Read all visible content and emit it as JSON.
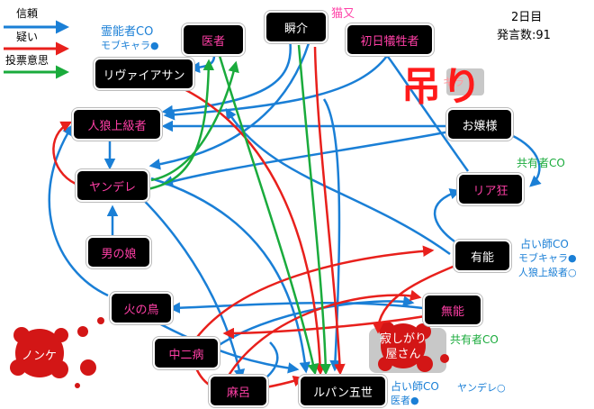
{
  "legend": {
    "trust": "信頼",
    "doubt": "疑い",
    "vote": "投票意思"
  },
  "colors": {
    "trust": "#1a7fd6",
    "doubt": "#e8201c",
    "vote": "#1aab3c",
    "node_bg": "#000000",
    "pink_text": "#ff3fa6"
  },
  "game": {
    "day": "2日目",
    "posts": "発言数:91"
  },
  "nodes": {
    "isha": "医者",
    "shunsuke": "瞬介",
    "shonichi": "初日犠牲者",
    "livai": "リヴァイアサン",
    "jinrou_jokyu": "人狼上級者",
    "ojousama": "お嬢様",
    "yandere": "ヤンデレ",
    "ria_kyou": "リア狂",
    "otokonoko": "男の娘",
    "yuunou": "有能",
    "hinotori": "火の鳥",
    "munou": "無能",
    "chuunibyou": "中二病",
    "samishigari": "寂しがり屋さん",
    "maro": "麻呂",
    "lupin": "ルパン五世"
  },
  "annotations": {
    "reinou_co": "霊能者CO",
    "mob_chara_1": "モブキャラ●",
    "nekomata": "猫又",
    "kyouyuu_co_1": "共有者CO",
    "uranai_co_1": "占い師CO",
    "mob_chara_2": "モブキャラ●",
    "jinrou_jokyu_o": "人狼上級者○",
    "kyouyuu_co_2": "共有者CO",
    "uranai_co_2": "占い師CO",
    "yandere_o": "ヤンデレ○",
    "isha_b": "医者●"
  },
  "hanged": {
    "mark": "吊り",
    "sub": "キラ"
  },
  "dead": {
    "nonke": "ノンケ"
  }
}
